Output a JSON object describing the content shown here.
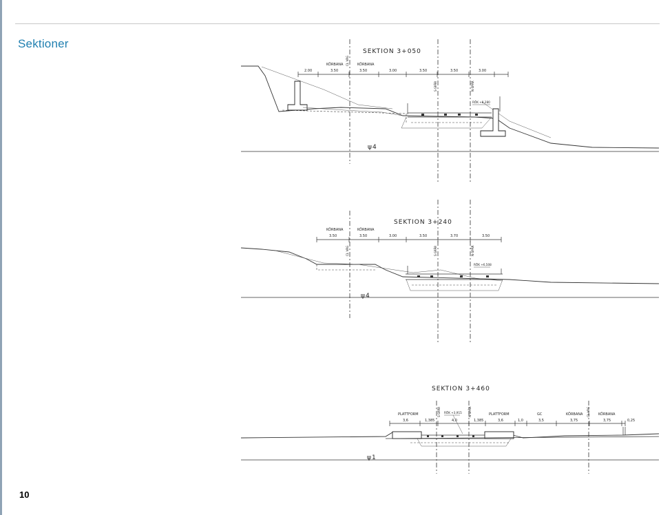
{
  "page": {
    "title": "Sektioner",
    "number": "10"
  },
  "sections": [
    {
      "title": "SEKTION 3+050",
      "lane_labels": [
        "KÖRBANA",
        "KÖRBANA"
      ],
      "dimensions": [
        "2.00",
        "3.50",
        "3.50",
        "3.00",
        "3.50",
        "3.50",
        "3.00"
      ],
      "axis_labels": [
        "CL VÄG",
        "S-SPÅR",
        "N-SPÅR"
      ],
      "level": "RÖK +8,280",
      "marker": "4"
    },
    {
      "title": "SEKTION 3+240",
      "lane_labels": [
        "KÖRBANA",
        "KÖRBANA"
      ],
      "dimensions": [
        "3.50",
        "3.50",
        "3.00",
        "3.50",
        "3.70",
        "3.50"
      ],
      "axis_labels": [
        "CL VÄG",
        "S-SPÅR",
        "N-SPÅR"
      ],
      "level": "RÖK +6,508",
      "marker": "4"
    },
    {
      "title": "SEKTION 3+460",
      "lane_labels": [
        "PLATTFORM",
        "PLATTFORM",
        "GC",
        "KÖRBANA",
        "KÖRBANA"
      ],
      "dimensions": [
        "3,6",
        "1,385",
        "4,0",
        "1,385",
        "3,6",
        "1,0",
        "3,5",
        "3,75",
        "3,75",
        "0,25"
      ],
      "axis_labels": [
        "S-SPÅR",
        "N-SPÅR",
        "CL VÄG"
      ],
      "level": "RÖK +3,915",
      "marker": "1"
    }
  ]
}
